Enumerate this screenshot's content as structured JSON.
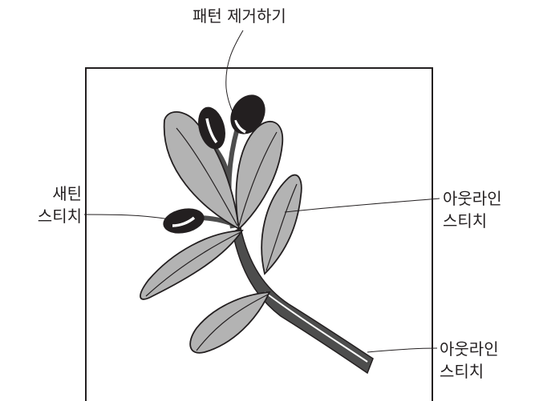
{
  "labels": {
    "remove_pattern": "패턴 제거하기",
    "satin_stitch": [
      "새틴",
      "스티치"
    ],
    "outline_stitch_1": [
      "아웃라인",
      "스티치"
    ],
    "outline_stitch_2": [
      "아웃라인",
      "스티치"
    ]
  },
  "colors": {
    "leaf_fill": "#b3b3b3",
    "stroke": "#231f20",
    "olive_fill": "#231f20",
    "stem_fill": "#4d4d4d",
    "background": "#ffffff"
  }
}
